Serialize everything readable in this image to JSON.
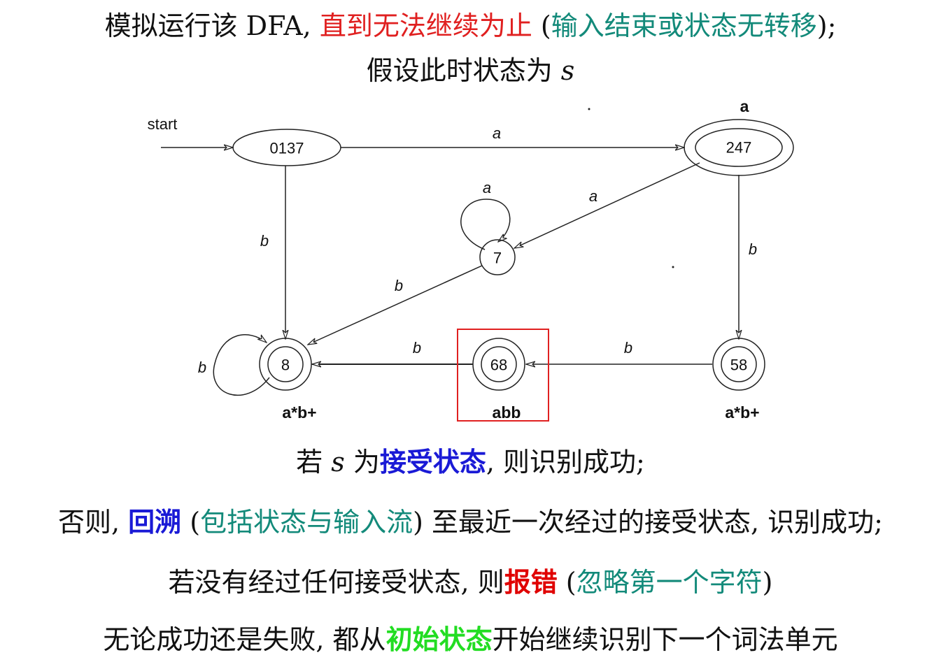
{
  "top": {
    "l1_a": "模拟运行该 DFA, ",
    "l1_red": "直到无法继续为止",
    "l1_b": " (",
    "l1_teal": "输入结束或状态无转移",
    "l1_c": ");",
    "l2_a": "假设此时状态为 ",
    "l2_var": "s"
  },
  "dfa": {
    "start_label": "start",
    "states": {
      "s0137": "0137",
      "s247": "247",
      "s7": "7",
      "s8": "8",
      "s68": "68",
      "s58": "58"
    },
    "edge_labels": {
      "e0137_247": "a",
      "e0137_8": "b",
      "e247_7": "a",
      "e247_58": "b",
      "e7_self": "a",
      "e7_8": "b",
      "e8_self": "b",
      "e68_8": "b",
      "e58_68": "b"
    },
    "pattern_labels": {
      "p247": "a",
      "p8": "a*b+",
      "p68": "abb",
      "p58": "a*b+"
    },
    "highlight_color": "#e02020"
  },
  "bottom": {
    "l3_a": "若 ",
    "l3_var": "s",
    "l3_b": " 为",
    "l3_blue": "接受状态",
    "l3_c": ", 则识别成功;",
    "l4_a": "否则, ",
    "l4_blue": "回溯",
    "l4_b": " (",
    "l4_teal": "包括状态与输入流",
    "l4_c": ") 至最近一次经过的接受状态, 识别成功;",
    "l5_a": "若没有经过任何接受状态, 则",
    "l5_red": "报错",
    "l5_b": " (",
    "l5_teal": "忽略第一个字符",
    "l5_c": ")",
    "l6_a": "无论成功还是失败, 都从",
    "l6_green": "初始状态",
    "l6_b": "开始继续识别下一个词法单元"
  }
}
